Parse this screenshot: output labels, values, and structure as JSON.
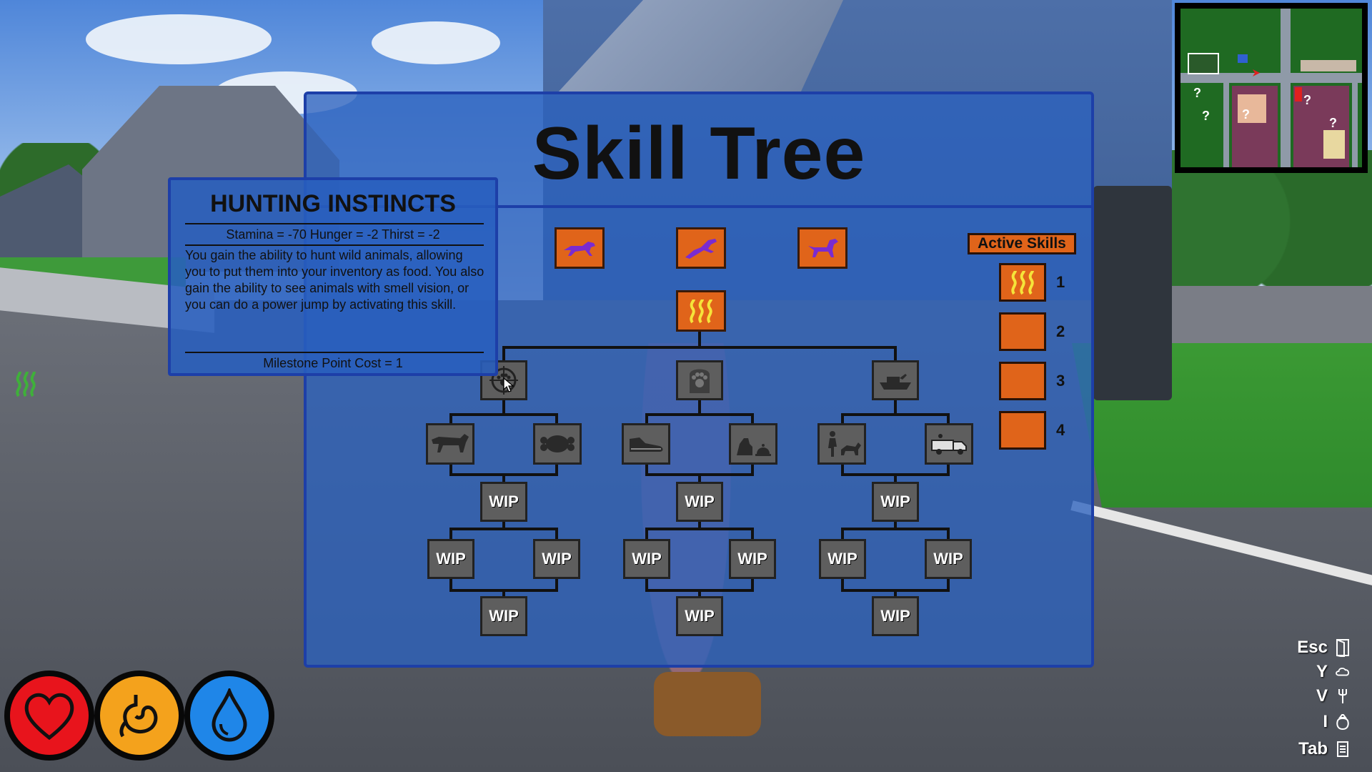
{
  "panel": {
    "title": "Skill Tree"
  },
  "tooltip": {
    "title": "HUNTING INSTINCTS",
    "stats": "Stamina = -70   Hunger = -2   Thirst = -2",
    "description": "You gain the ability to hunt wild animals, allowing you to put them into your inventory as food. You also gain the ability to see animals with smell vision, or you can do a power jump by activating this skill.",
    "cost": "Milestone Point Cost = 1"
  },
  "tree": {
    "top_skills": [
      {
        "icon": "dog-run-icon"
      },
      {
        "icon": "dog-leap-icon"
      },
      {
        "icon": "dog-stand-icon"
      }
    ],
    "core": {
      "icon": "smell-waves-icon"
    },
    "branches": [
      {
        "icon": "crosshair-paw-icon",
        "children": [
          {
            "icon": "wild-cat-icon"
          },
          {
            "icon": "meat-icon"
          }
        ]
      },
      {
        "icon": "paw-scratch-icon",
        "children": [
          {
            "icon": "shoe-icon"
          },
          {
            "icon": "dog-bell-icon"
          }
        ]
      },
      {
        "icon": "boat-icon",
        "children": [
          {
            "icon": "person-dog-icon"
          },
          {
            "icon": "truck-icon"
          }
        ]
      }
    ],
    "wip_label": "WIP"
  },
  "active_skills": {
    "title": "Active Skills",
    "slots": [
      {
        "number": "1",
        "icon": "smell-waves-icon"
      },
      {
        "number": "2",
        "icon": ""
      },
      {
        "number": "3",
        "icon": ""
      },
      {
        "number": "4",
        "icon": ""
      }
    ]
  },
  "vitals": [
    {
      "name": "health",
      "icon": "heart-icon",
      "color": "#e8141c"
    },
    {
      "name": "hunger",
      "icon": "stomach-icon",
      "color": "#f4a21c"
    },
    {
      "name": "thirst",
      "icon": "water-drop-icon",
      "color": "#1f86e8"
    }
  ],
  "key_hints": [
    {
      "key": "Esc",
      "icon": "exit-door-icon"
    },
    {
      "key": "Y",
      "icon": "cloud-icon"
    },
    {
      "key": "V",
      "icon": "fork-icon"
    },
    {
      "key": "I",
      "icon": "bag-icon"
    },
    {
      "key": "Tab",
      "icon": "list-icon"
    }
  ],
  "minimap": {
    "markers": [
      "?",
      "?",
      "?",
      "?",
      "?"
    ]
  },
  "colors": {
    "panel": "#2b62be",
    "skill_orange": "#e0641a",
    "locked_grey": "#5e5e5e"
  }
}
